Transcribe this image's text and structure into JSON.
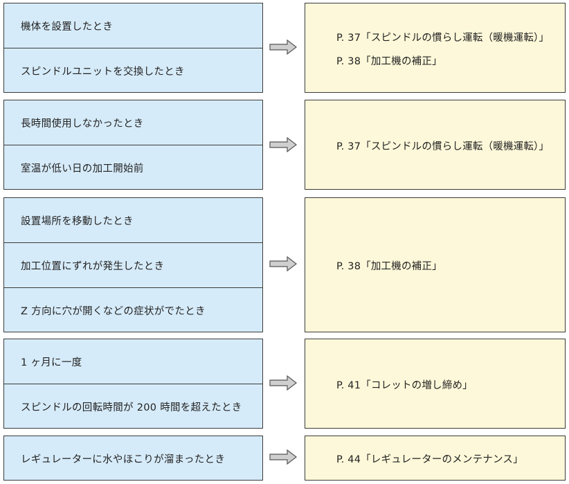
{
  "groups": [
    {
      "conditions": [
        "機体を設置したとき",
        "スピンドルユニットを交換したとき"
      ],
      "references": [
        "P. 37「スピンドルの慣らし運転（暖機運転）」",
        "P. 38「加工機の補正」"
      ]
    },
    {
      "conditions": [
        "長時間使用しなかったとき",
        "室温が低い日の加工開始前"
      ],
      "references": [
        "P. 37「スピンドルの慣らし運転（暖機運転）」"
      ]
    },
    {
      "conditions": [
        "設置場所を移動したとき",
        "加工位置にずれが発生したとき",
        "Z 方向に穴が開くなどの症状がでたとき"
      ],
      "references": [
        "P. 38「加工機の補正」"
      ]
    },
    {
      "conditions": [
        "1 ヶ月に一度",
        "スピンドルの回転時間が 200 時間を超えたとき"
      ],
      "references": [
        "P. 41「コレットの増し締め」"
      ]
    },
    {
      "conditions": [
        "レギュレーターに水やほこりが溜まったとき"
      ],
      "references": [
        "P. 44「レギュレーターのメンテナンス」"
      ]
    }
  ]
}
